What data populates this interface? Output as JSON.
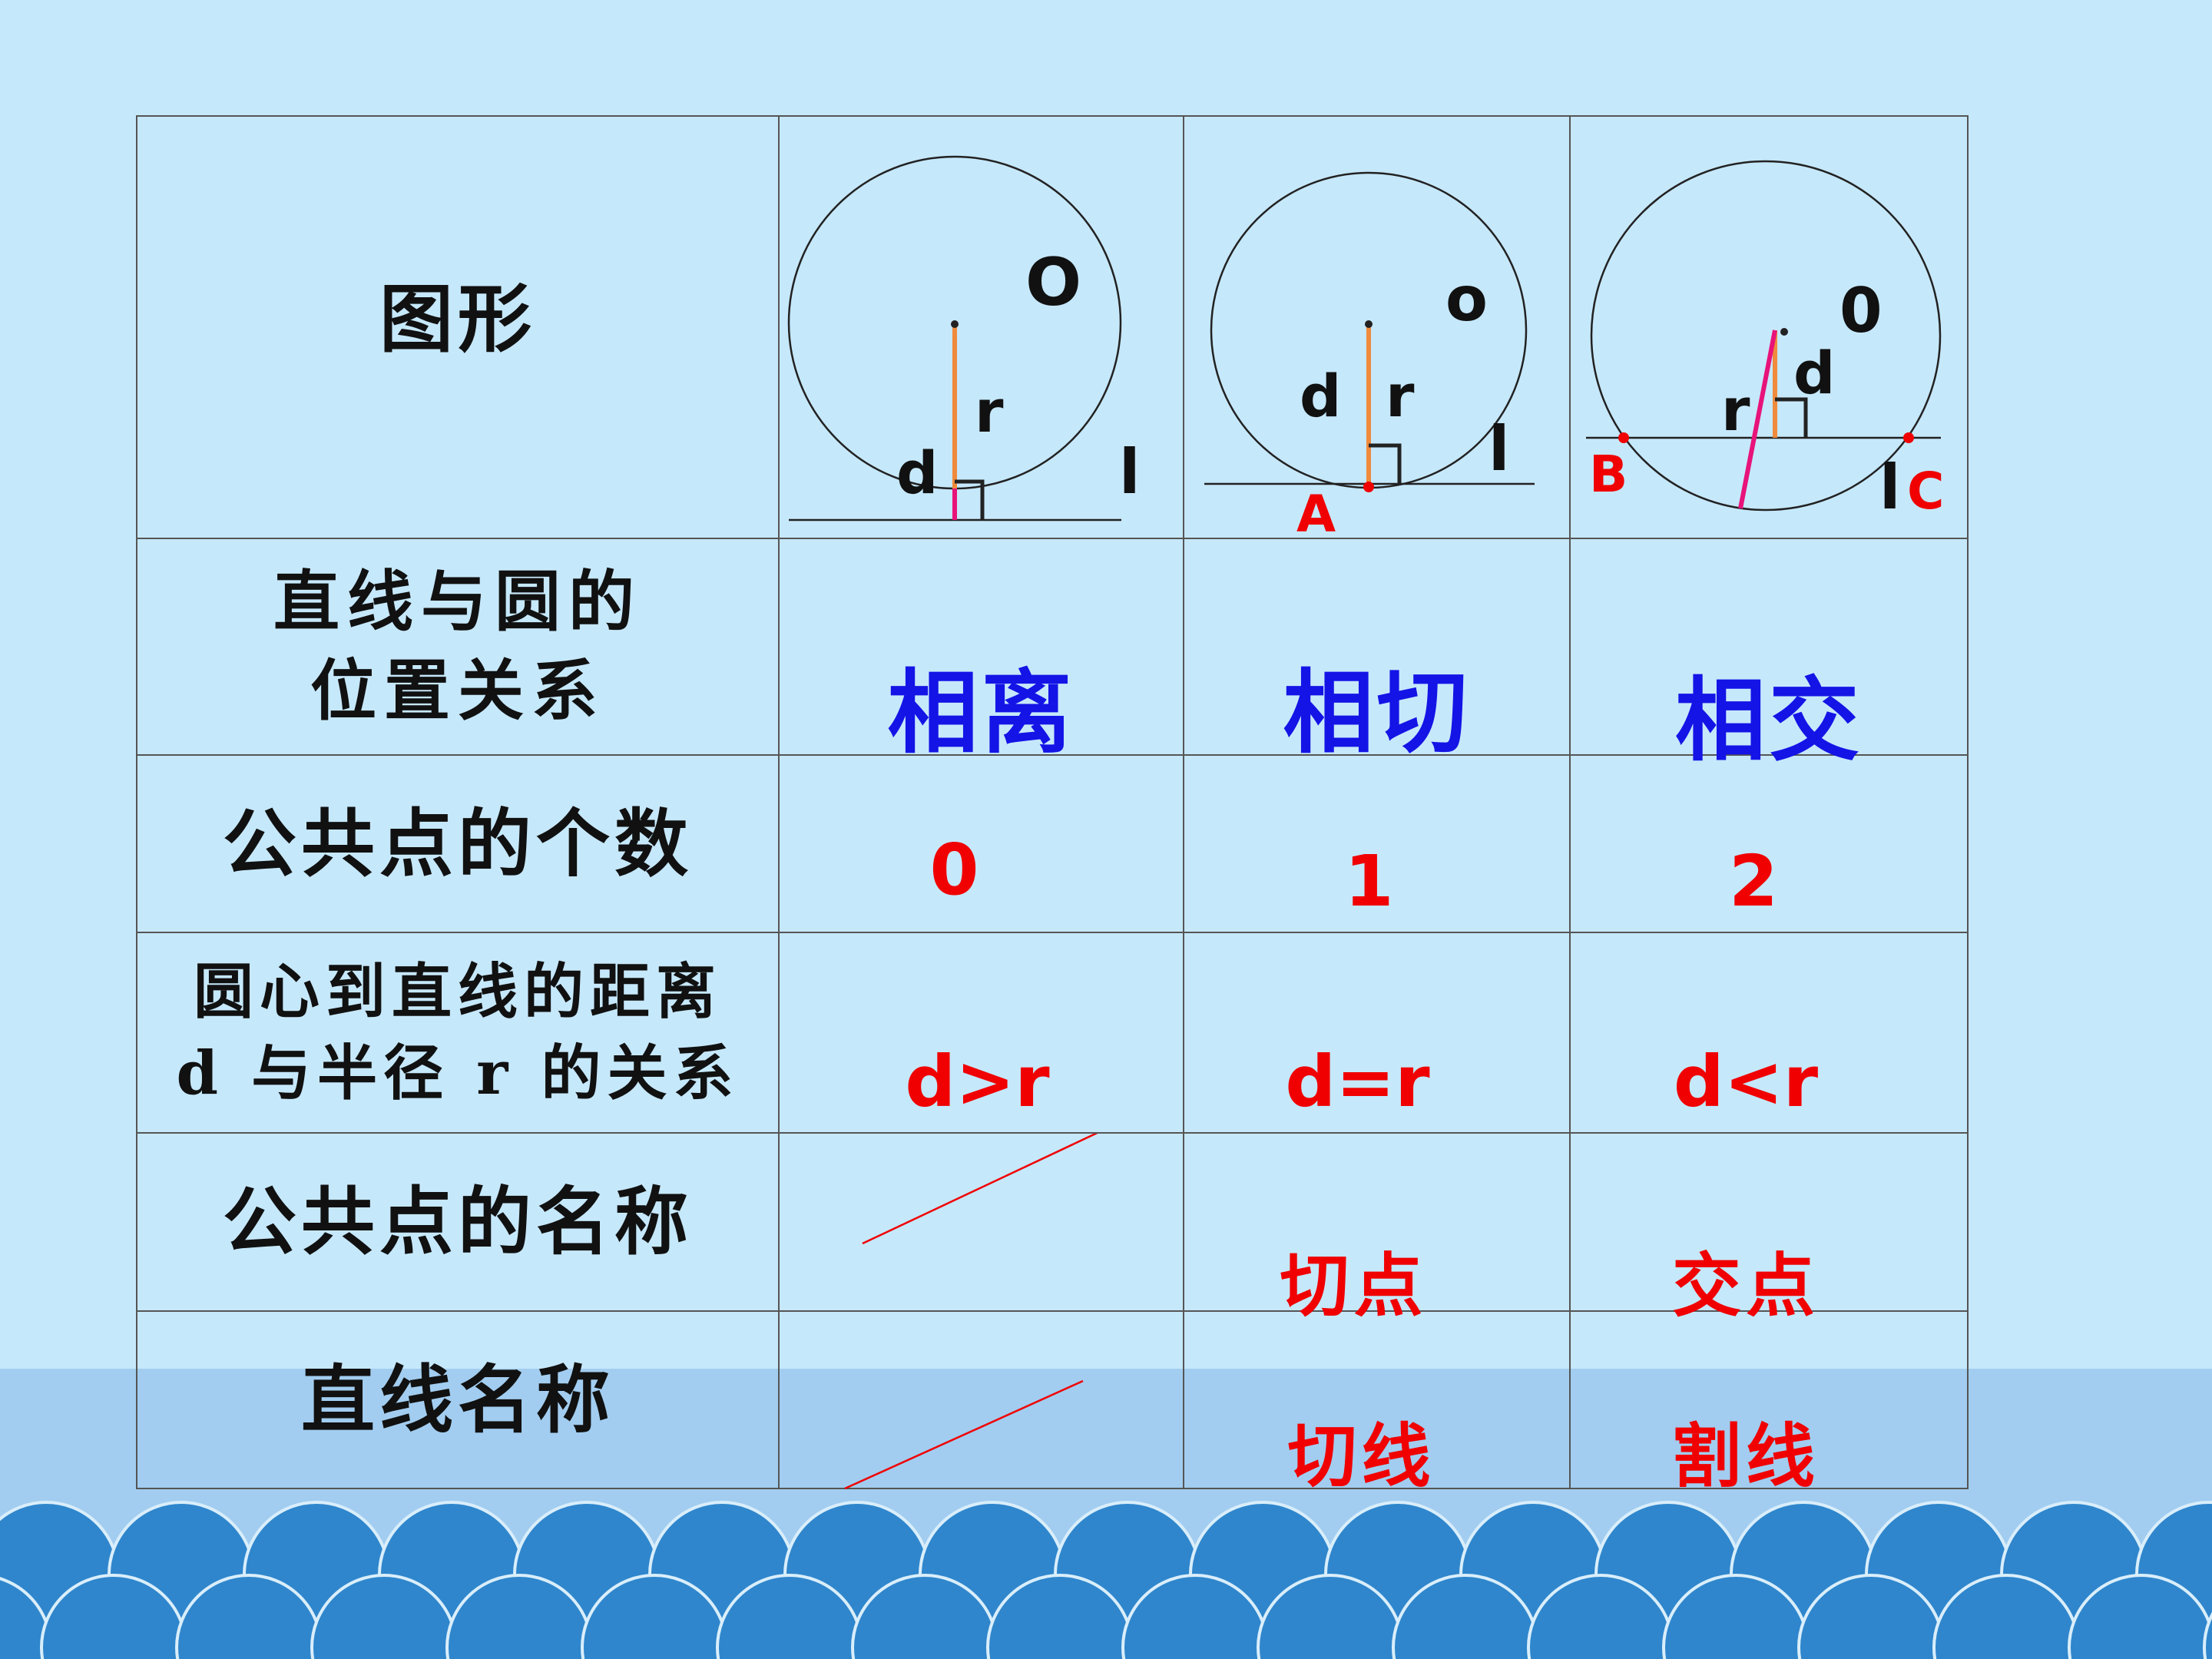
{
  "rows": [
    {
      "header_lines": [
        "图形"
      ],
      "cells": [
        {
          "labels": {
            "center": "O",
            "radius": "r",
            "distance": "d",
            "line": "l"
          }
        },
        {
          "labels": {
            "center": "o",
            "radius": "r",
            "distance": "d",
            "line": "l",
            "point": "A"
          }
        },
        {
          "labels": {
            "center": "0",
            "radius": "r",
            "distance": "d",
            "line": "l",
            "point_left": "B",
            "point_right": "C"
          }
        }
      ]
    },
    {
      "header_lines": [
        "直线与圆的",
        "位置关系"
      ],
      "cells": [
        "相离",
        "相切",
        "相交"
      ]
    },
    {
      "header_lines": [
        "公共点的个数"
      ],
      "cells": [
        "0",
        "1",
        "2"
      ]
    },
    {
      "header_lines": [
        "圆心到直线的距离",
        "d 与半径 r 的关系"
      ],
      "cells": [
        "d>r",
        "d=r",
        "d<r"
      ]
    },
    {
      "header_lines": [
        "公共点的名称"
      ],
      "cells": [
        "",
        "切点",
        "交点"
      ]
    },
    {
      "header_lines": [
        "直线名称"
      ],
      "cells": [
        "",
        "切线",
        "割线"
      ]
    }
  ],
  "colors": {
    "relation_text": "#1414e6",
    "answer_text": "#f00000",
    "radius_line": "#f08a3c",
    "distance_line": "#e8137a",
    "background": "#c6e8fb",
    "waves": "#2f86cc"
  }
}
